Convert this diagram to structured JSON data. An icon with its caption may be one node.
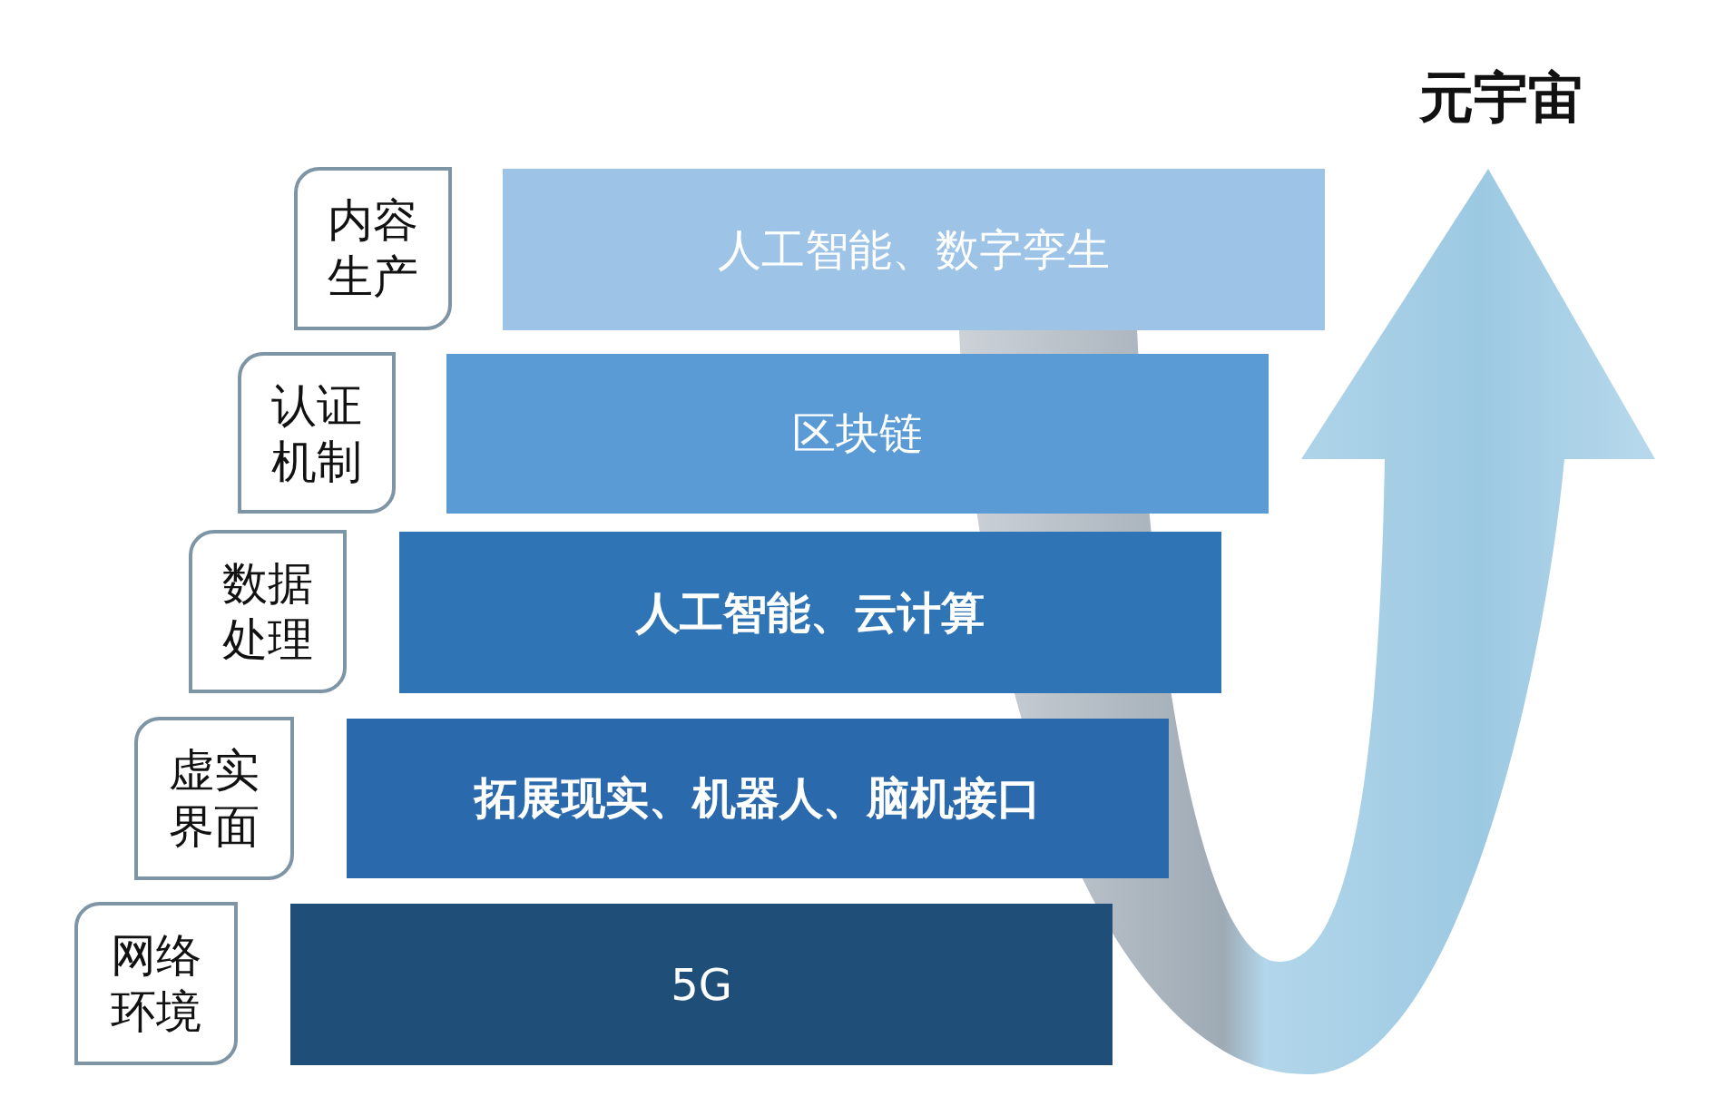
{
  "diagram": {
    "nodes": [
      {
        "text": [
          "内容生产"
        ]
      },
      {
        "text": [
          "人工智能、数字孪生"
        ]
      },
      {
        "text": [
          "认证机制"
        ]
      },
      {
        "text": [
          "区块链"
        ]
      },
      {
        "text": [
          "数据处理"
        ]
      },
      {
        "text": [
          "人工智能、云计算"
        ]
      },
      {
        "text": [
          "虚实界面"
        ]
      },
      {
        "text": [
          "拓展现实、机器人、脑机接口"
        ]
      },
      {
        "text": [
          "网络环境"
        ]
      },
      {
        "text": [
          "5G"
        ]
      }
    ],
    "labels": [
      "元宇宙"
    ]
  }
}
